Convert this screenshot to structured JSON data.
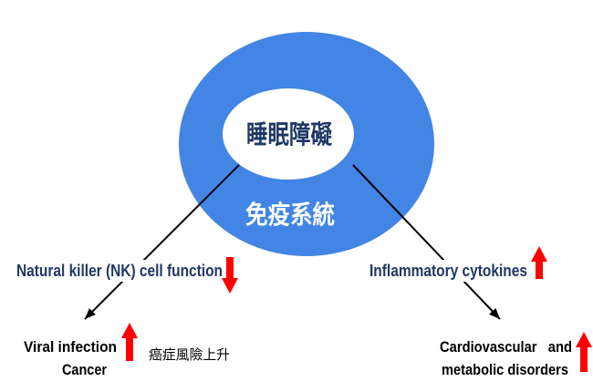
{
  "center": {
    "inner_label": "睡眠障礙",
    "outer_label": "免疫系統"
  },
  "left_branch": {
    "label": "Natural killer (NK) cell function",
    "trend_icon": "arrow-down-icon",
    "outcomes": [
      "Viral infection",
      "Cancer"
    ],
    "outcome_trend_icon": "arrow-up-icon",
    "note": "癌症風險上升"
  },
  "right_branch": {
    "label": "Inflammatory cytokines",
    "trend_icon": "arrow-up-icon",
    "outcomes": [
      "Cardiovascular   and",
      "metabolic disorders"
    ],
    "outcome_trend_icon": "arrow-up-icon"
  },
  "colors": {
    "ring": "#4285e4",
    "inner": "#ffffff",
    "label_navy": "#1f3864",
    "outer_label": "#ffffff",
    "trend_red": "#ff0000",
    "connector": "#000000",
    "outcome_text": "#000000"
  }
}
